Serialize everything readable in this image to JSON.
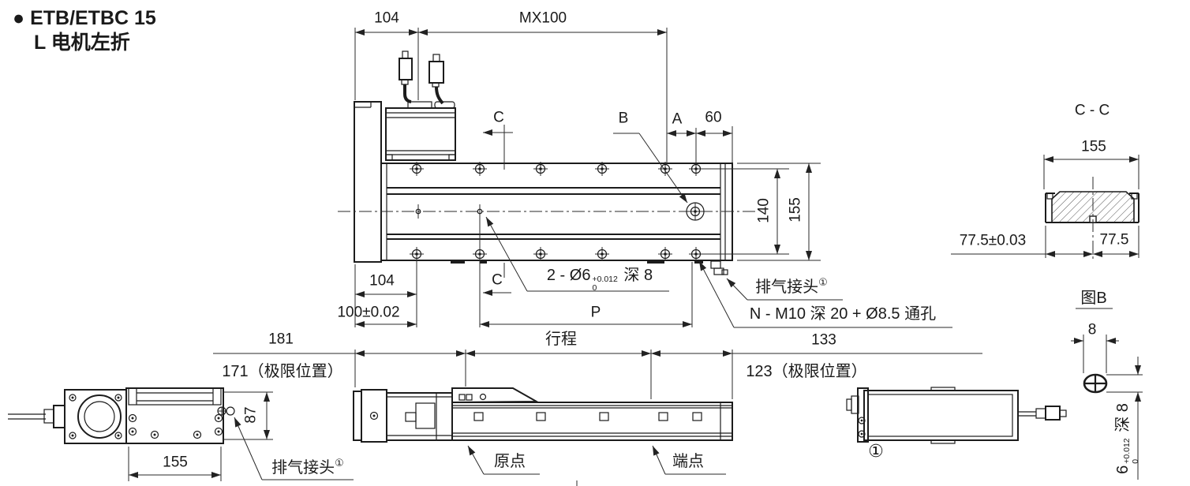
{
  "colors": {
    "line": "#1c1c1c",
    "background": "#ffffff"
  },
  "title": {
    "bullet": "●",
    "model": "ETB/ETBC 15",
    "variant": "L 电机左折"
  },
  "plan": {
    "dim_104_top": "104",
    "dim_mx100": "MX100",
    "label_c_top": "C",
    "label_b": "B",
    "label_a": "A",
    "dim_60": "60",
    "dim_140": "140",
    "dim_155": "155",
    "dim_104_bottom": "104",
    "label_c_bottom": "C",
    "dim_100": "100±0.02",
    "dim_p": "P",
    "dowel_note": {
      "prefix": "2 - Ø6",
      "tol_plus": "+0.012",
      "tol_minus": "0",
      "suffix": " 深 8"
    },
    "exhaust": {
      "label": "排气接头",
      "marker": "①"
    },
    "mount_note": "N - M10 深 20 + Ø8.5 通孔"
  },
  "section_cc": {
    "title": "C - C",
    "dim_155": "155",
    "dim_77_5_tol": "77.5±0.03",
    "dim_77_5": "77.5"
  },
  "detail_b": {
    "title": "图B",
    "dim_8": "8",
    "slot_note": {
      "prefix": "6",
      "tol_plus": "+0.012",
      "tol_minus": "0",
      "suffix": " 深 8"
    }
  },
  "front": {
    "dim_181": "181",
    "dim_stroke": "行程",
    "dim_133": "133",
    "dim_171": "171（极限位置）",
    "dim_123": "123（极限位置）",
    "dim_87": "87",
    "dim_155": "155",
    "exhaust": {
      "label": "排气接头",
      "marker": "①"
    },
    "origin": "原点",
    "endpoint": "端点",
    "footnote_marker": "①"
  }
}
